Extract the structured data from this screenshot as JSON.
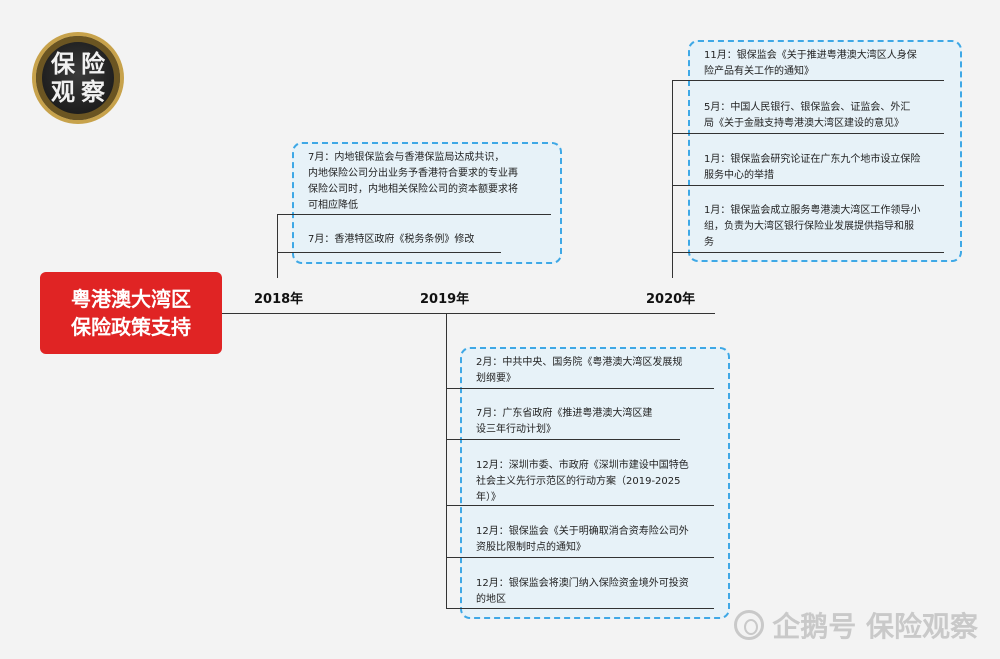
{
  "logo": {
    "chars": [
      "保",
      "险",
      "观",
      "察"
    ]
  },
  "central": {
    "line1": "粤港澳大湾区",
    "line2": "保险政策支持"
  },
  "years": [
    "2018年",
    "2019年",
    "2020年"
  ],
  "items_2018": [
    [
      "7月：内地银保监会与香港保监局达成共识，",
      "内地保险公司分出业务予香港符合要求的专业再",
      "保险公司时，内地相关保险公司的资本额要求将",
      "可相应降低"
    ],
    [
      "7月：香港特区政府《税务条例》修改"
    ]
  ],
  "items_2019": [
    [
      "2月：中共中央、国务院《粤港澳大湾区发展规",
      "划纲要》"
    ],
    [
      "7月：广东省政府《推进粤港澳大湾区建",
      "设三年行动计划》"
    ],
    [
      "12月：深圳市委、市政府《深圳市建设中国特色",
      "社会主义先行示范区的行动方案（2019-2025",
      "年）》"
    ],
    [
      "12月：银保监会《关于明确取消合资寿险公司外",
      "资股比限制时点的通知》"
    ],
    [
      "12月：银保监会将澳门纳入保险资金境外可投资",
      "的地区"
    ]
  ],
  "items_2020": [
    [
      "11月：银保监会《关于推进粤港澳大湾区人身保",
      "险产品有关工作的通知》"
    ],
    [
      "5月：中国人民银行、银保监会、证监会、外汇",
      "局《关于金融支持粤港澳大湾区建设的意见》"
    ],
    [
      "1月：银保监会研究论证在广东九个地市设立保险",
      "服务中心的举措"
    ],
    [
      "1月：银保监会成立服务粤港澳大湾区工作领导小",
      "组，负责为大湾区银行保险业发展提供指导和服",
      "务"
    ]
  ],
  "watermark": {
    "text": "企鹅号 保险观察"
  }
}
